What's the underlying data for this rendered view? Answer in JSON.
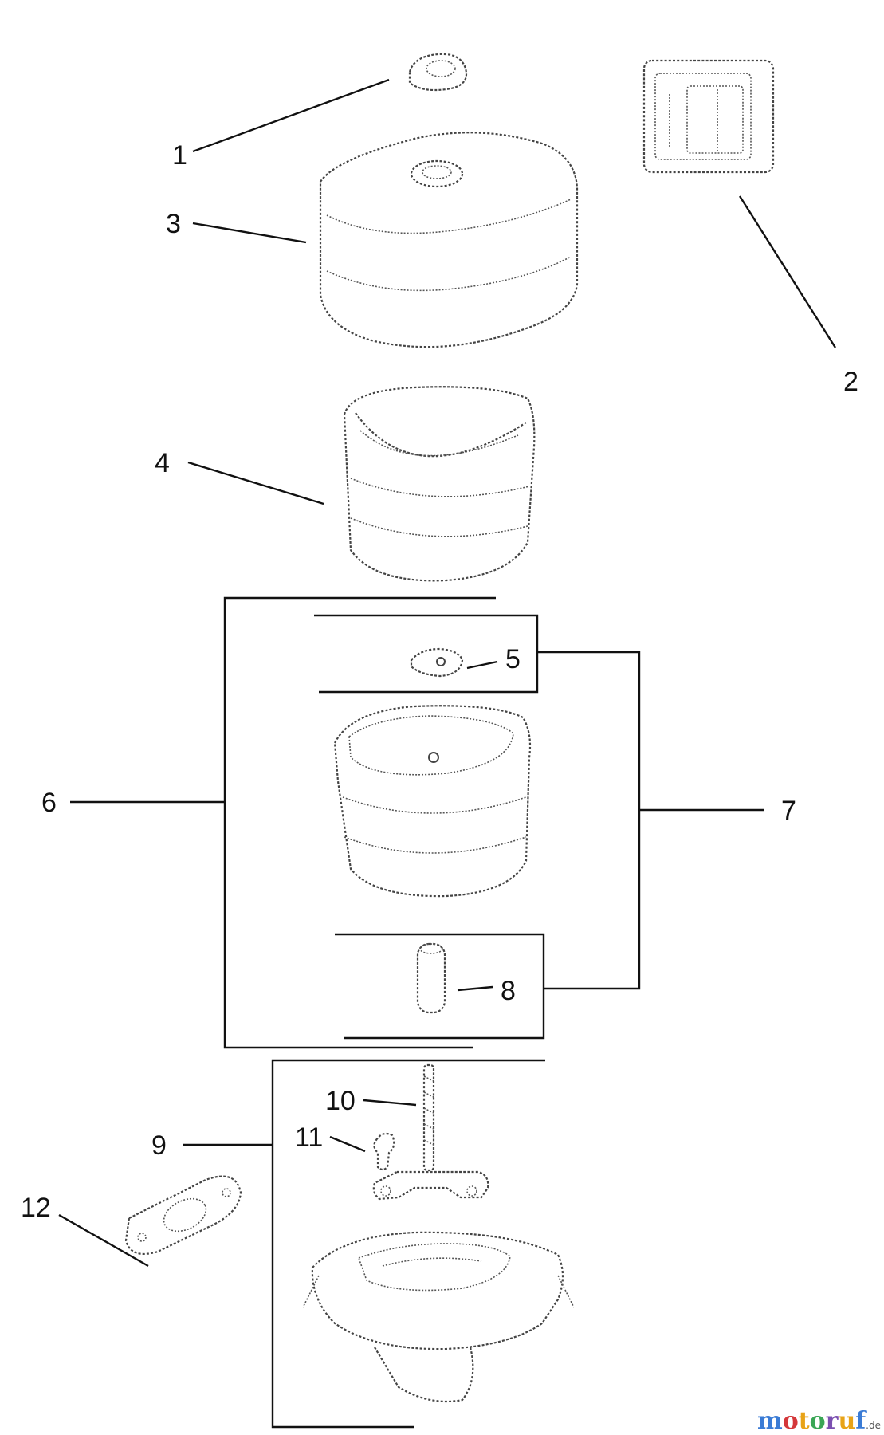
{
  "diagram": {
    "callouts": [
      "1",
      "2",
      "3",
      "4",
      "5",
      "6",
      "7",
      "8",
      "9",
      "10",
      "11",
      "12"
    ]
  },
  "watermark": {
    "colors": [
      "#3a7bd5",
      "#d4373a",
      "#e8a317",
      "#3aa655",
      "#7b4fb0",
      "#e8a317",
      "#3a7bd5"
    ]
  }
}
